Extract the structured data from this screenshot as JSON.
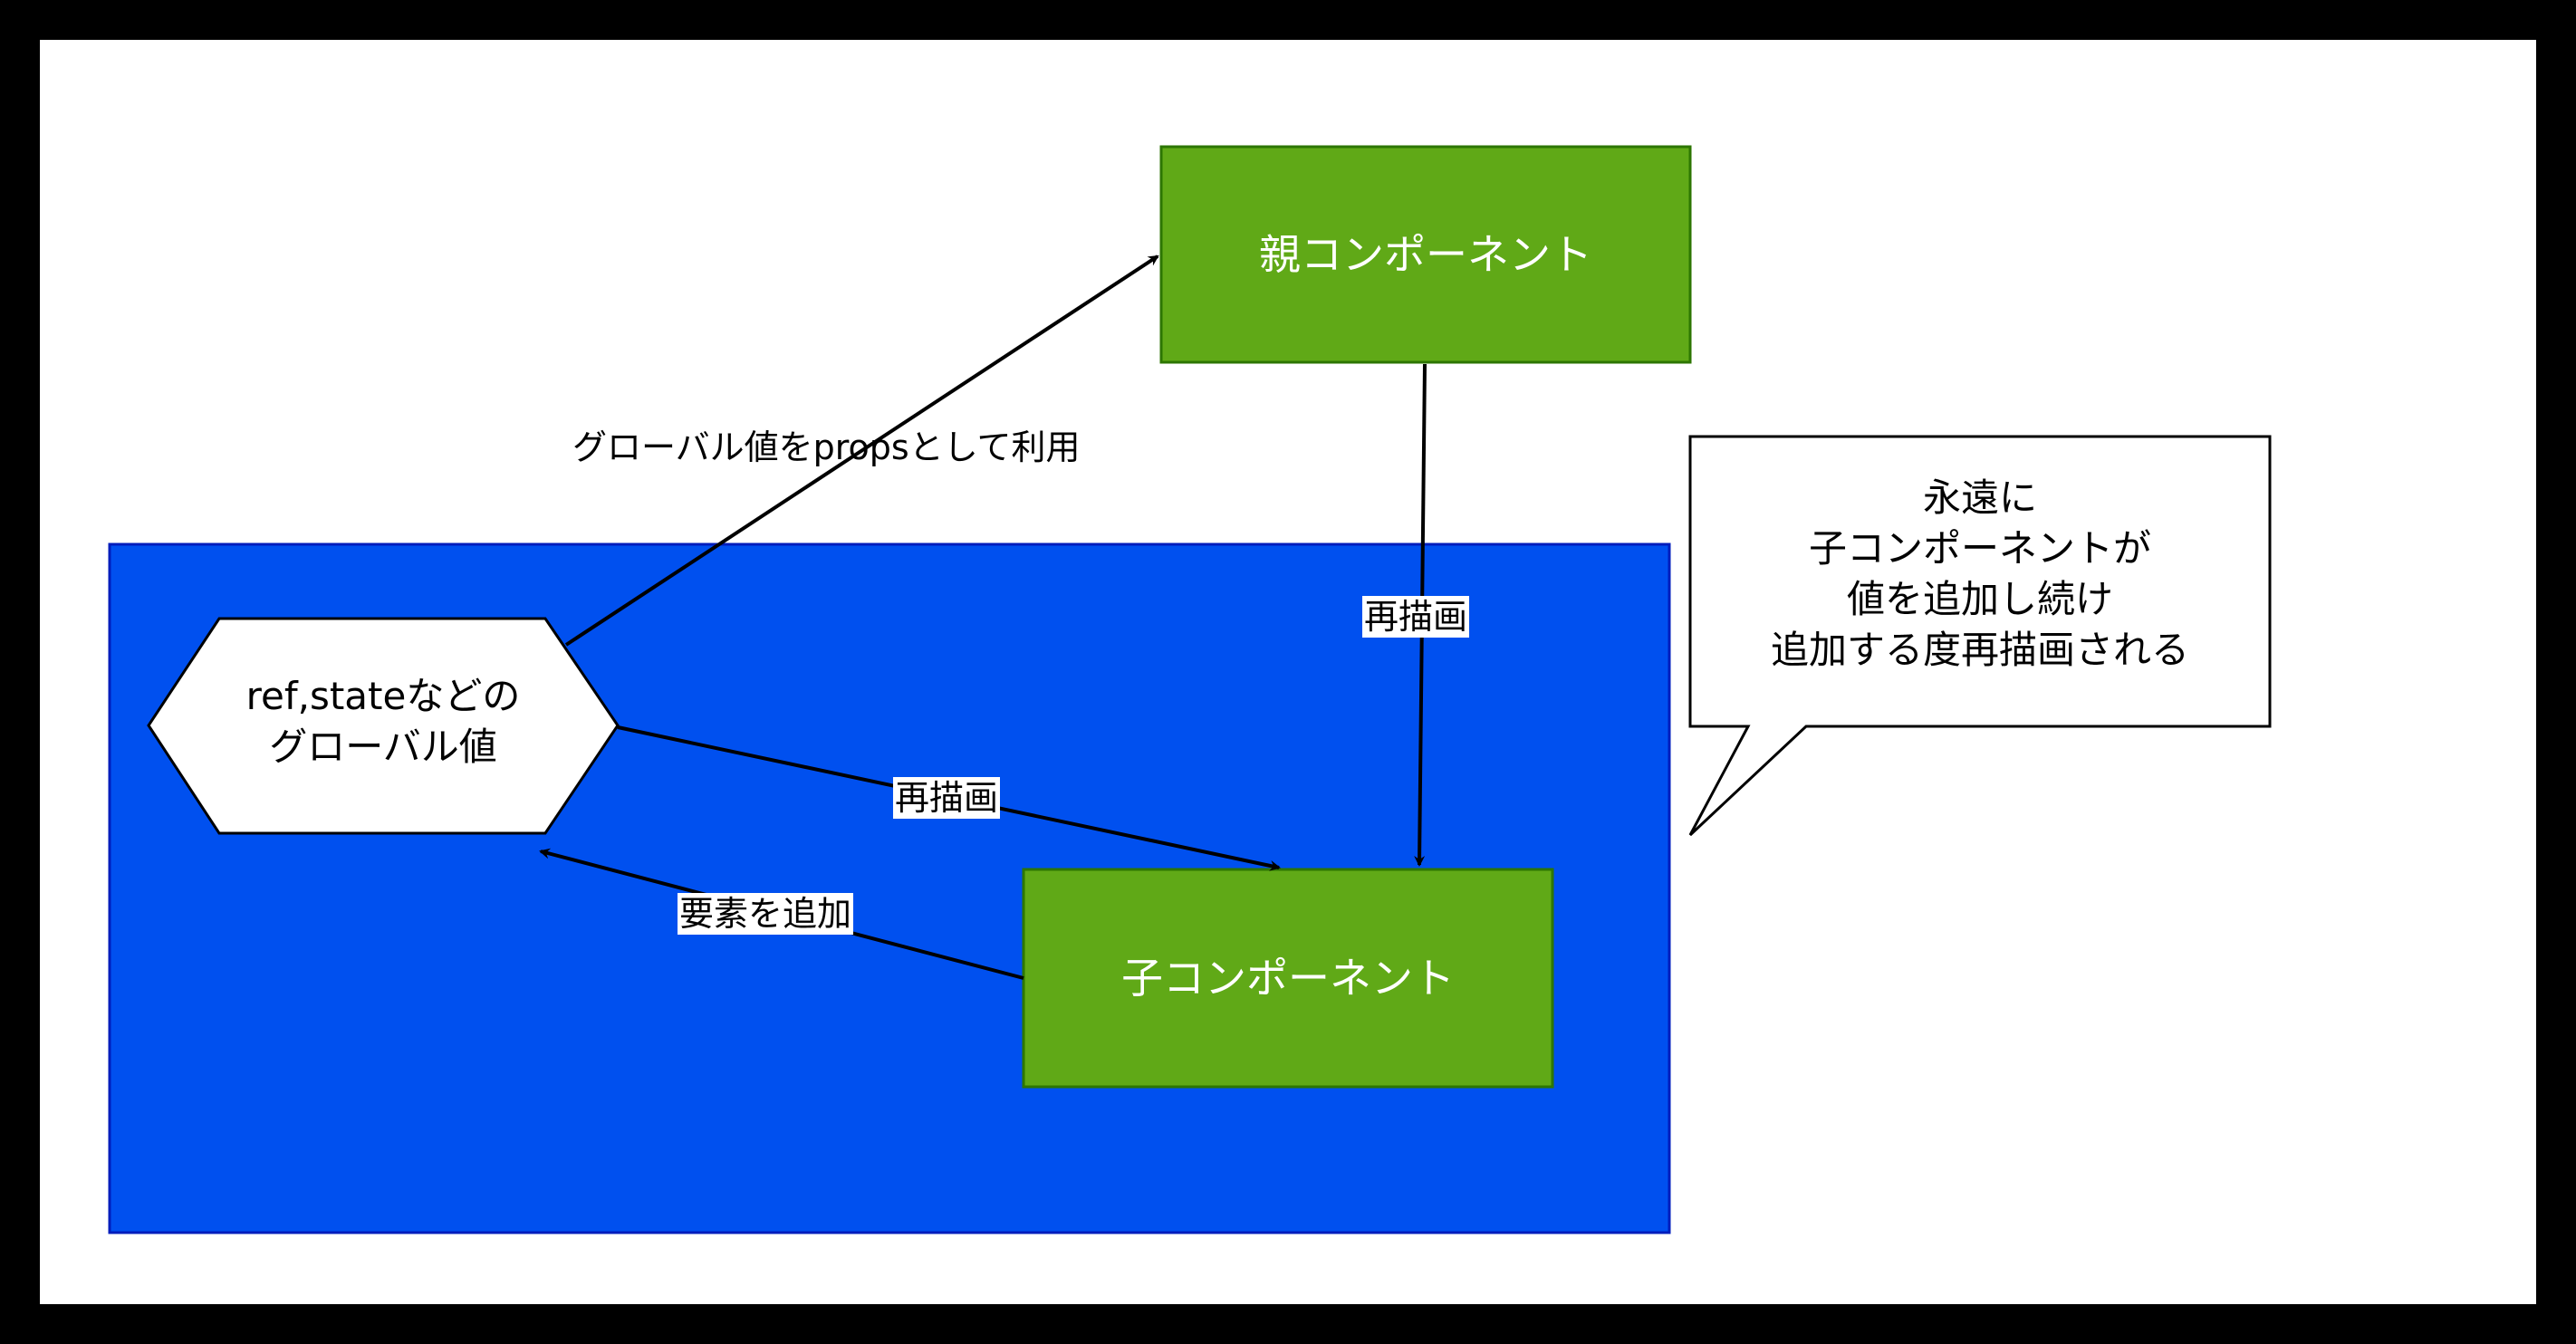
{
  "diagram": {
    "colors": {
      "frame_border": "#000000",
      "background": "#ffffff",
      "blue_region": "#0050ef",
      "blue_region_border": "#001dbc",
      "green_box": "#60a917",
      "green_box_border": "#2d7600",
      "edge": "#000000"
    },
    "nodes": {
      "parent_component": {
        "label": "親コンポーネント"
      },
      "child_component": {
        "label": "子コンポーネント"
      },
      "global_value": {
        "line1": "ref,stateなどの",
        "line2": "グローバル値"
      },
      "callout": {
        "line1": "永遠に",
        "line2": "子コンポーネントが",
        "line3": "値を追加し続け",
        "line4": "追加する度再描画される"
      }
    },
    "edges": {
      "global_to_parent": {
        "label": "グローバル値をpropsとして利用"
      },
      "parent_to_child": {
        "label": "再描画"
      },
      "global_to_child": {
        "label": "再描画"
      },
      "child_to_global": {
        "label": "要素を追加"
      }
    }
  }
}
